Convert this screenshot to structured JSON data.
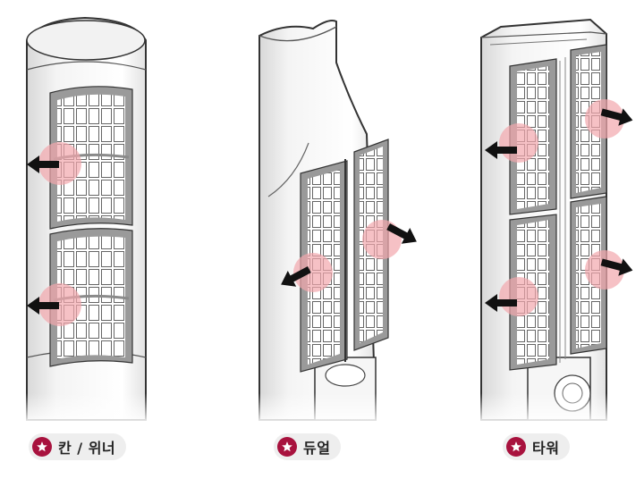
{
  "colors": {
    "outline": "#333333",
    "filter_mesh": "#9a9a9a",
    "highlight": "#f2a6ad",
    "arrow": "#111111",
    "badge": "#a8123e",
    "pill_background": "#eeeeee"
  },
  "icons": {
    "badge": "star-icon",
    "pull_direction": "arrow-icon"
  },
  "models": [
    {
      "label": "칸 / 위너"
    },
    {
      "label": "듀얼"
    },
    {
      "label": "타워"
    }
  ]
}
